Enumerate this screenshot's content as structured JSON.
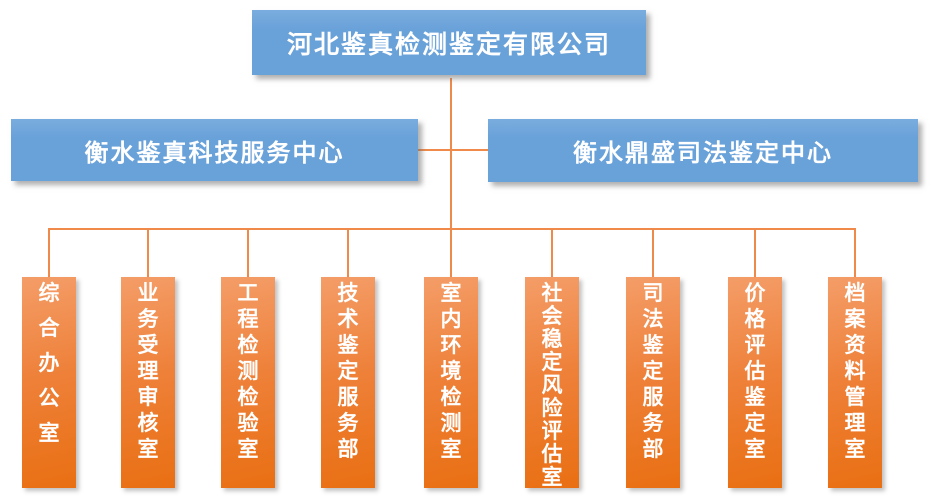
{
  "org": {
    "root": {
      "label": "河北鉴真检测鉴定有限公司"
    },
    "centers": [
      {
        "label": "衡水鉴真科技服务中心"
      },
      {
        "label": "衡水鼎盛司法鉴定中心"
      }
    ],
    "departments": [
      {
        "label": "综合办公室"
      },
      {
        "label": "业务受理审核室"
      },
      {
        "label": "工程检测检验室"
      },
      {
        "label": "技术鉴定服务部"
      },
      {
        "label": "室内环境检测室"
      },
      {
        "label": "社会稳定风险评估室"
      },
      {
        "label": "司法鉴定服务部"
      },
      {
        "label": "价格评估鉴定室"
      },
      {
        "label": "档案资料管理室"
      }
    ],
    "colors": {
      "node_blue": "#69a1d9",
      "node_blue_light": "#7aadde",
      "node_orange": "#ee8038",
      "node_orange_light": "#f49d68",
      "node_orange_dark": "#e96f12",
      "connector": "#ef8a4a",
      "text": "#ffffff"
    }
  }
}
